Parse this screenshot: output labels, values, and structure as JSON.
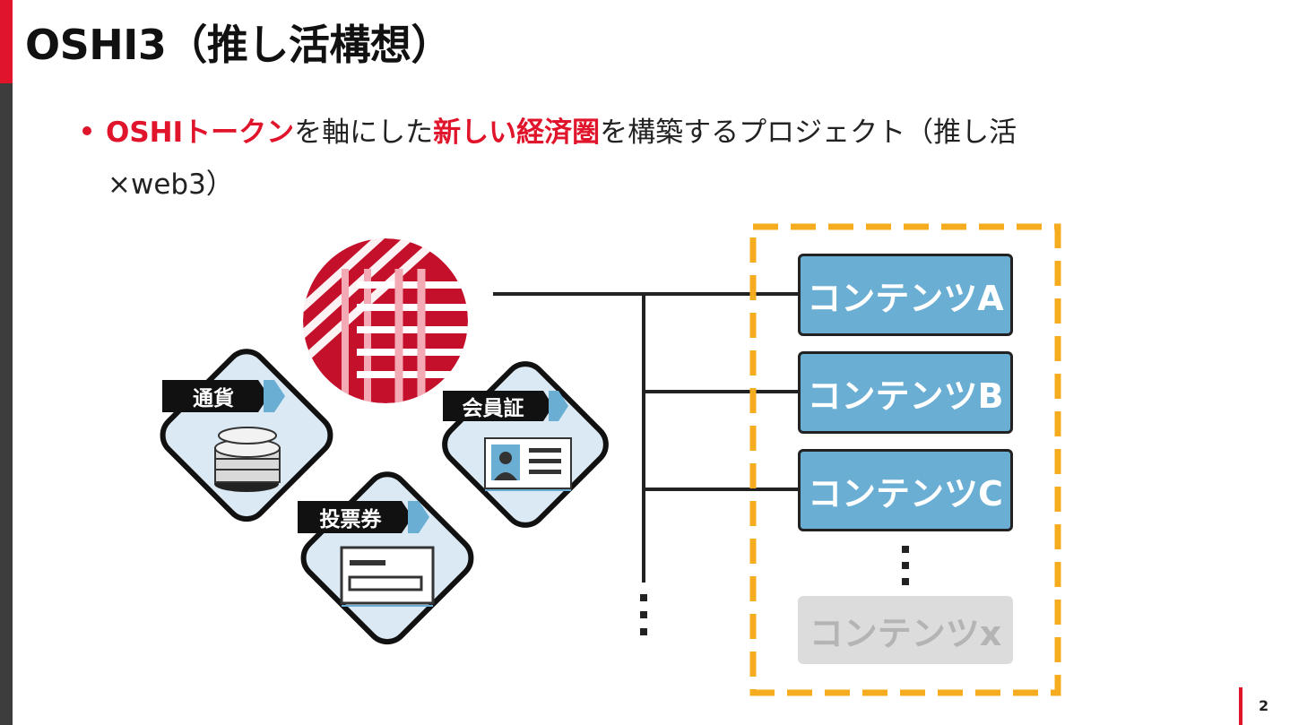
{
  "title": "OSHI3（推し活構想）",
  "bullet": {
    "part1_highlight": "OSHIトークン",
    "part2": "を軸にした",
    "part3_highlight": "新しい経済圏",
    "part4": "を構築するプロジェクト（推し活",
    "line2": "×web3）"
  },
  "diagram": {
    "tiles": [
      {
        "label": "通貨",
        "icon": "coins-icon"
      },
      {
        "label": "会員証",
        "icon": "id-card-icon"
      },
      {
        "label": "投票券",
        "icon": "ticket-icon"
      }
    ],
    "contents": [
      "コンテンツA",
      "コンテンツB",
      "コンテンツC",
      "コンテンツx"
    ],
    "ellipsis": "⋮"
  },
  "page_number": "2",
  "colors": {
    "accent_red": "#e0142a",
    "content_blue": "#6aaed3",
    "dashed_orange": "#f5ac1e",
    "tile_fill": "#dbe9f4"
  }
}
